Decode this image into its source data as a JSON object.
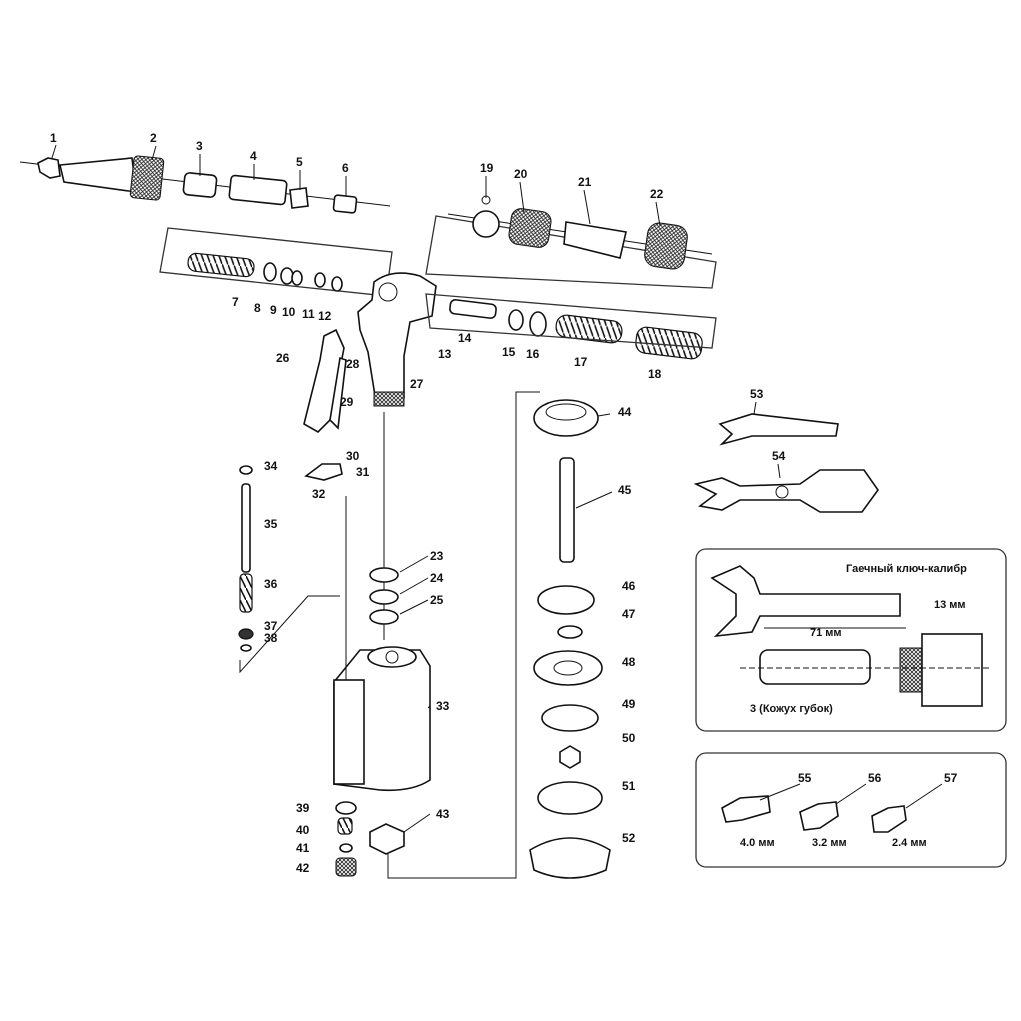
{
  "parts": [
    {
      "n": "1"
    },
    {
      "n": "2"
    },
    {
      "n": "3"
    },
    {
      "n": "4"
    },
    {
      "n": "5"
    },
    {
      "n": "6"
    },
    {
      "n": "7"
    },
    {
      "n": "8"
    },
    {
      "n": "9"
    },
    {
      "n": "10"
    },
    {
      "n": "11"
    },
    {
      "n": "12"
    },
    {
      "n": "13"
    },
    {
      "n": "14"
    },
    {
      "n": "15"
    },
    {
      "n": "16"
    },
    {
      "n": "17"
    },
    {
      "n": "18"
    },
    {
      "n": "19"
    },
    {
      "n": "20"
    },
    {
      "n": "21"
    },
    {
      "n": "22"
    },
    {
      "n": "23"
    },
    {
      "n": "24"
    },
    {
      "n": "25"
    },
    {
      "n": "26"
    },
    {
      "n": "27"
    },
    {
      "n": "28"
    },
    {
      "n": "29"
    },
    {
      "n": "30"
    },
    {
      "n": "31"
    },
    {
      "n": "32"
    },
    {
      "n": "33"
    },
    {
      "n": "34"
    },
    {
      "n": "35"
    },
    {
      "n": "36"
    },
    {
      "n": "37"
    },
    {
      "n": "38"
    },
    {
      "n": "39"
    },
    {
      "n": "40"
    },
    {
      "n": "41"
    },
    {
      "n": "42"
    },
    {
      "n": "43"
    },
    {
      "n": "44"
    },
    {
      "n": "45"
    },
    {
      "n": "46"
    },
    {
      "n": "47"
    },
    {
      "n": "48"
    },
    {
      "n": "49"
    },
    {
      "n": "50"
    },
    {
      "n": "51"
    },
    {
      "n": "52"
    },
    {
      "n": "53"
    },
    {
      "n": "54"
    },
    {
      "n": "55"
    },
    {
      "n": "56"
    },
    {
      "n": "57"
    }
  ],
  "gauge_inset": {
    "wrench_label": "Гаечный ключ-калибр",
    "size_label": "13 мм",
    "length_label": "71 мм",
    "part_label": "3 (Кожух губок)"
  },
  "nozzle_inset": {
    "sizes": [
      "4.0 мм",
      "3.2 мм",
      "2.4 мм"
    ]
  }
}
